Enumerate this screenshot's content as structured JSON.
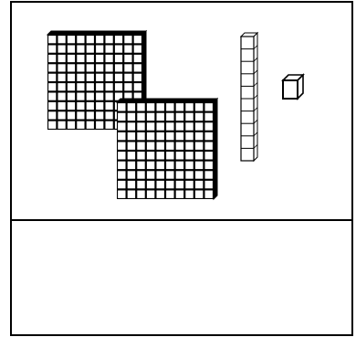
{
  "figure": {
    "kind": "base-ten-blocks",
    "colors": {
      "line": "#000000",
      "fill": "#ffffff",
      "background": "#ffffff"
    },
    "upper_panel": {
      "blocks": [
        {
          "type": "hundred-flat",
          "grid_cells": [
            10,
            10
          ],
          "count": 2
        },
        {
          "type": "ten-rod",
          "cells": 10,
          "count": 1
        },
        {
          "type": "unit-cube",
          "count": 1
        }
      ]
    },
    "lower_panel": {
      "content": "empty"
    }
  }
}
